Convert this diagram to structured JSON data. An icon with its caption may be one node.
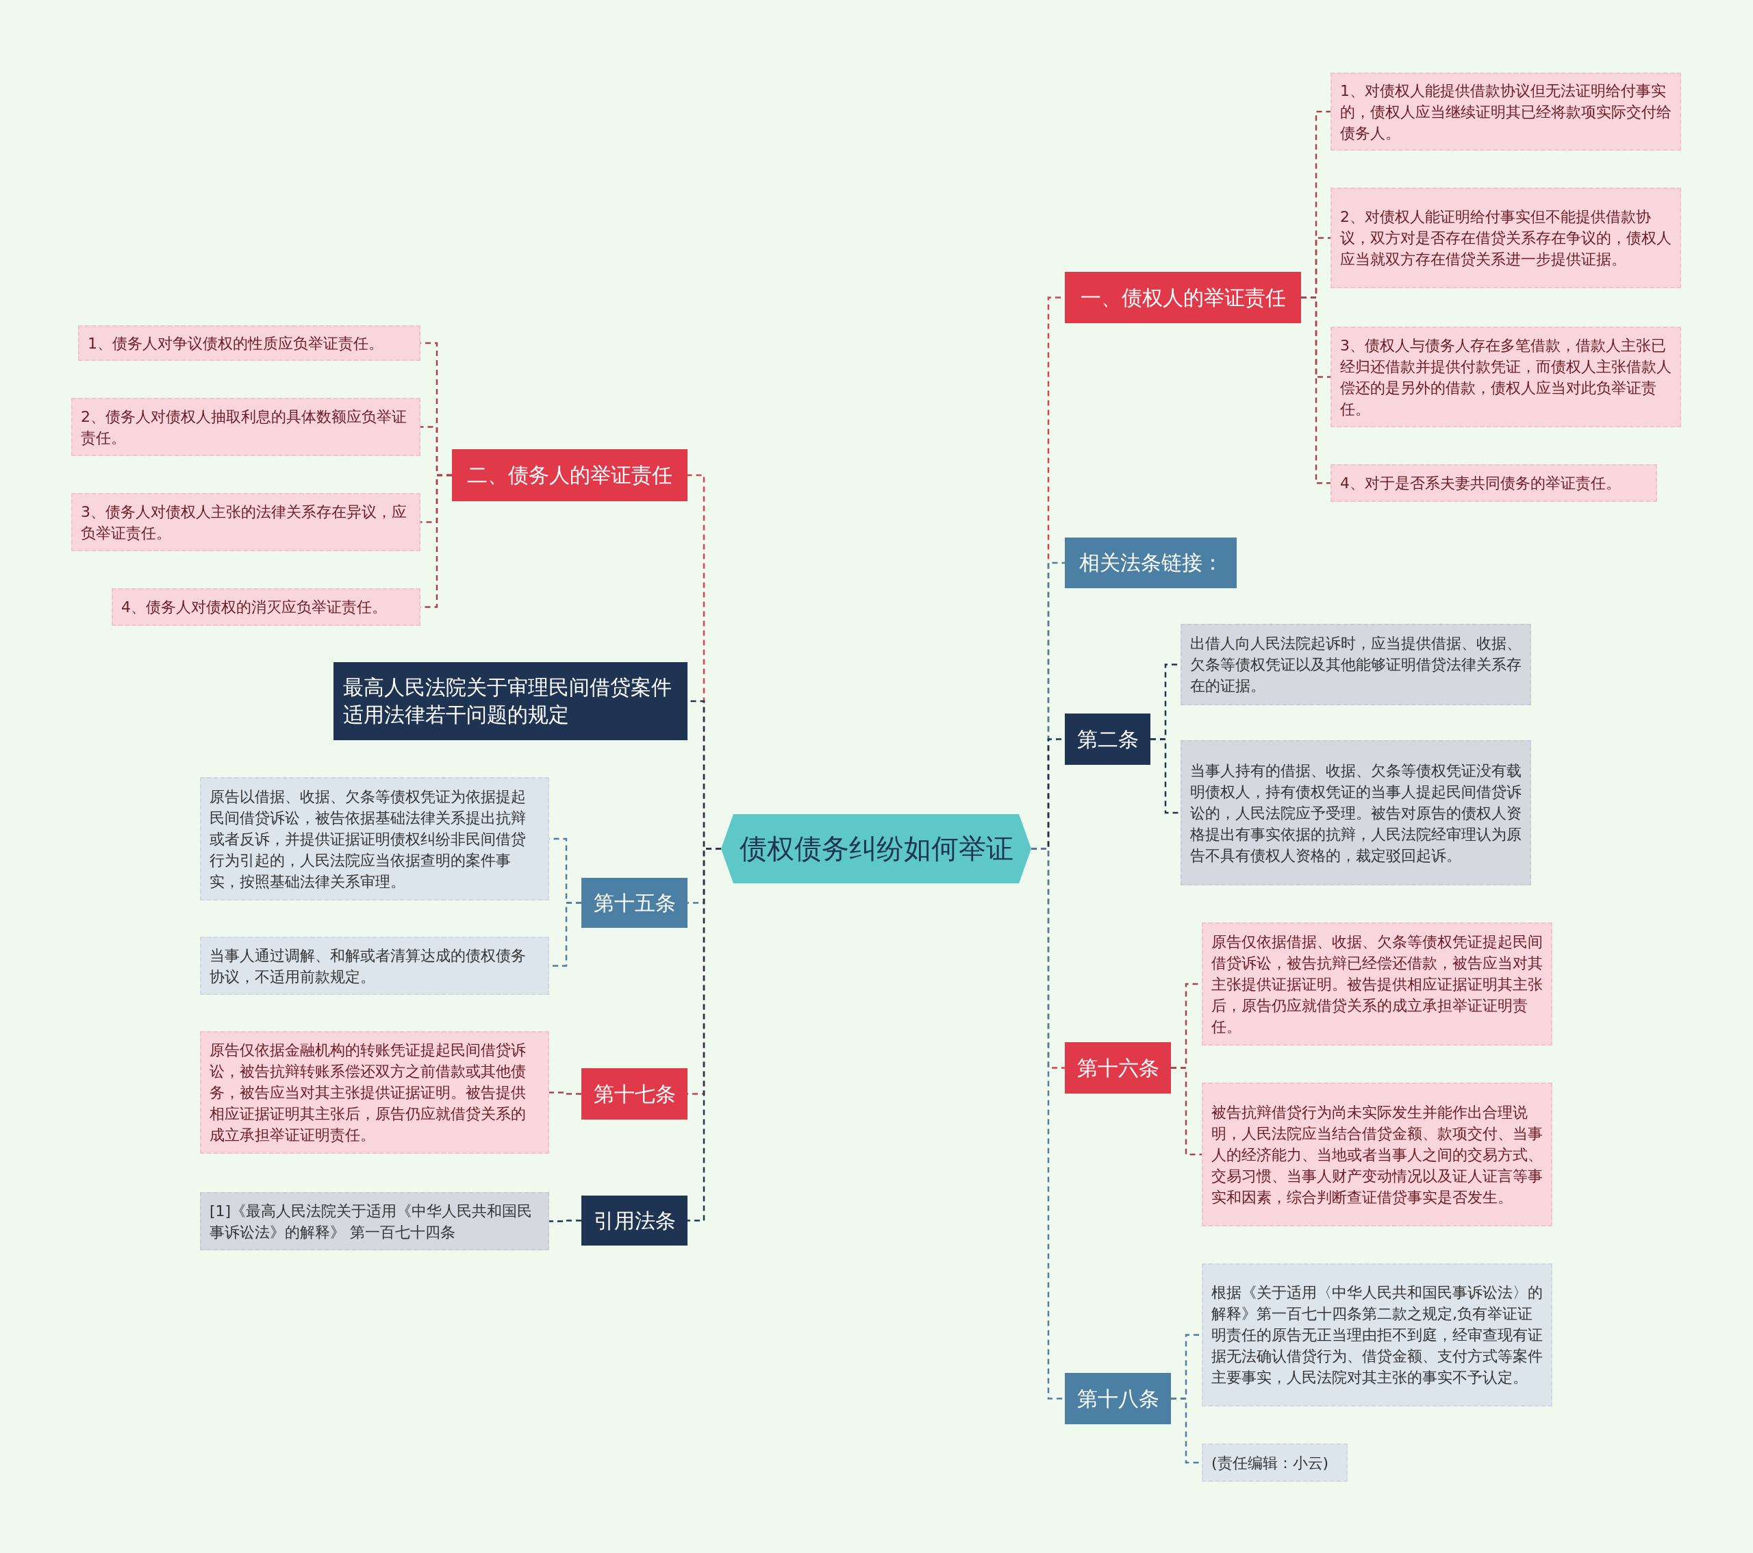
{
  "diagram": {
    "nodes": [
      {
        "text": [
          "债权债务纠纷如何举证"
        ]
      },
      {
        "text": [
          "一、债权人的举证责任"
        ]
      },
      {
        "text": [
          "1、对债权人能提供借款协议但无法证明给付事实的，债权人应当继续证明其已经将款项实际交付给债务人。"
        ]
      },
      {
        "text": [
          "2、对债权人能证明给付事实但不能提供借款协议，双方对是否存在借贷关系存在争议的，债权人应当就双方存在借贷关系进一步提供证据。"
        ]
      },
      {
        "text": [
          "3、债权人与债务人存在多笔借款，借款人主张已经归还借款并提供付款凭证，而债权人主张借款人偿还的是另外的借款，债权人应当对此负举证责任。"
        ]
      },
      {
        "text": [
          "4、对于是否系夫妻共同债务的举证责任。"
        ]
      },
      {
        "text": [
          "相关法条链接："
        ]
      },
      {
        "text": [
          "第二条"
        ]
      },
      {
        "text": [
          "出借人向人民法院起诉时，应当提供借据、收据、欠条等债权凭证以及其他能够证明借贷法律关系存在的证据。"
        ]
      },
      {
        "text": [
          "当事人持有的借据、收据、欠条等债权凭证没有载明债权人，持有债权凭证的当事人提起民间借贷诉讼的，人民法院应予受理。被告对原告的债权人资格提出有事实依据的抗辩，人民法院经审理认为原告不具有债权人资格的，裁定驳回起诉。"
        ]
      },
      {
        "text": [
          "第十六条"
        ]
      },
      {
        "text": [
          "原告仅依据借据、收据、欠条等债权凭证提起民间借贷诉讼，被告抗辩已经偿还借款，被告应当对其主张提供证据证明。被告提供相应证据证明其主张后，原告仍应就借贷关系的成立承担举证证明责任。"
        ]
      },
      {
        "text": [
          "被告抗辩借贷行为尚未实际发生并能作出合理说明，人民法院应当结合借贷金额、款项交付、当事人的经济能力、当地或者当事人之间的交易方式、交易习惯、当事人财产变动情况以及证人证言等事实和因素，综合判断查证借贷事实是否发生。"
        ]
      },
      {
        "text": [
          "第十八条"
        ]
      },
      {
        "text": [
          "根据《关于适用〈中华人民共和国民事诉讼法〉的解释》第一百七十四条第二款之规定,负有举证证明责任的原告无正当理由拒不到庭，经审查现有证据无法确认借贷行为、借贷金额、支付方式等案件主要事实，人民法院对其主张的事实不予认定。"
        ]
      },
      {
        "text": [
          "(责任编辑：小云)"
        ]
      },
      {
        "text": [
          "二、债务人的举证责任"
        ]
      },
      {
        "text": [
          "1、债务人对争议债权的性质应负举证责任。"
        ]
      },
      {
        "text": [
          "2、债务人对债权人抽取利息的具体数额应负举证责任。"
        ]
      },
      {
        "text": [
          "3、债务人对债权人主张的法律关系存在异议，应负举证责任。"
        ]
      },
      {
        "text": [
          "4、债务人对债权的消灭应负举证责任。"
        ]
      },
      {
        "text": [
          "最高人民法院关于审理民间借贷案件适用法律若干问题的规定"
        ]
      },
      {
        "text": [
          "第十五条"
        ]
      },
      {
        "text": [
          "原告以借据、收据、欠条等债权凭证为依据提起民间借贷诉讼，被告依据基础法律关系提出抗辩或者反诉，并提供证据证明债权纠纷非民间借贷行为引起的，人民法院应当依据查明的案件事实，按照基础法律关系审理。"
        ]
      },
      {
        "text": [
          "当事人通过调解、和解或者清算达成的债权债务协议，不适用前款规定。"
        ]
      },
      {
        "text": [
          "第十七条"
        ]
      },
      {
        "text": [
          "原告仅依据金融机构的转账凭证提起民间借贷诉讼，被告抗辩转账系偿还双方之前借款或其他债务，被告应当对其主张提供证据证明。被告提供相应证据证明其主张后，原告仍应就借贷关系的成立承担举证证明责任。"
        ]
      },
      {
        "text": [
          "引用法条"
        ]
      },
      {
        "text": [
          "[1]《最高人民法院关于适用《中华人民共和国民事诉讼法》的解释》 第一百七十四条"
        ]
      }
    ],
    "edges": [
      {
        "from": 0,
        "to": 1,
        "arrow": "none",
        "style": "dashed",
        "color": "#d8404f"
      },
      {
        "from": 1,
        "to": 2,
        "arrow": "none",
        "style": "dashed",
        "color": "#a8434f"
      },
      {
        "from": 1,
        "to": 3,
        "arrow": "none",
        "style": "dashed",
        "color": "#a8434f"
      },
      {
        "from": 1,
        "to": 4,
        "arrow": "none",
        "style": "dashed",
        "color": "#a8434f"
      },
      {
        "from": 1,
        "to": 5,
        "arrow": "none",
        "style": "dashed",
        "color": "#a8434f"
      },
      {
        "from": 0,
        "to": 6,
        "arrow": "none",
        "style": "dashed",
        "color": "#4b7fa3"
      },
      {
        "from": 0,
        "to": 7,
        "arrow": "none",
        "style": "dashed",
        "color": "#1f3353"
      },
      {
        "from": 7,
        "to": 8,
        "arrow": "none",
        "style": "dashed",
        "color": "#1f3353"
      },
      {
        "from": 7,
        "to": 9,
        "arrow": "none",
        "style": "dashed",
        "color": "#1f3353"
      },
      {
        "from": 0,
        "to": 10,
        "arrow": "none",
        "style": "dashed",
        "color": "#d8404f"
      },
      {
        "from": 10,
        "to": 11,
        "arrow": "none",
        "style": "dashed",
        "color": "#a8434f"
      },
      {
        "from": 10,
        "to": 12,
        "arrow": "none",
        "style": "dashed",
        "color": "#a8434f"
      },
      {
        "from": 0,
        "to": 13,
        "arrow": "none",
        "style": "dashed",
        "color": "#4b7fa3"
      },
      {
        "from": 13,
        "to": 14,
        "arrow": "none",
        "style": "dashed",
        "color": "#4b7fa3"
      },
      {
        "from": 13,
        "to": 15,
        "arrow": "none",
        "style": "dashed",
        "color": "#4b7fa3"
      },
      {
        "from": 0,
        "to": 16,
        "arrow": "none",
        "style": "dashed",
        "color": "#d8404f"
      },
      {
        "from": 16,
        "to": 17,
        "arrow": "none",
        "style": "dashed",
        "color": "#a8434f"
      },
      {
        "from": 16,
        "to": 18,
        "arrow": "none",
        "style": "dashed",
        "color": "#a8434f"
      },
      {
        "from": 16,
        "to": 19,
        "arrow": "none",
        "style": "dashed",
        "color": "#a8434f"
      },
      {
        "from": 16,
        "to": 20,
        "arrow": "none",
        "style": "dashed",
        "color": "#a8434f"
      },
      {
        "from": 0,
        "to": 21,
        "arrow": "none",
        "style": "dashed",
        "color": "#1f3353"
      },
      {
        "from": 0,
        "to": 22,
        "arrow": "none",
        "style": "dashed",
        "color": "#4b7fa3"
      },
      {
        "from": 22,
        "to": 23,
        "arrow": "none",
        "style": "dashed",
        "color": "#4b7fa3"
      },
      {
        "from": 22,
        "to": 24,
        "arrow": "none",
        "style": "dashed",
        "color": "#4b7fa3"
      },
      {
        "from": 0,
        "to": 25,
        "arrow": "none",
        "style": "dashed",
        "color": "#d8404f"
      },
      {
        "from": 25,
        "to": 26,
        "arrow": "none",
        "style": "dashed",
        "color": "#a8434f"
      },
      {
        "from": 0,
        "to": 27,
        "arrow": "none",
        "style": "dashed",
        "color": "#1f3353"
      },
      {
        "from": 27,
        "to": 28,
        "arrow": "none",
        "style": "dashed",
        "color": "#1f3353"
      }
    ]
  }
}
